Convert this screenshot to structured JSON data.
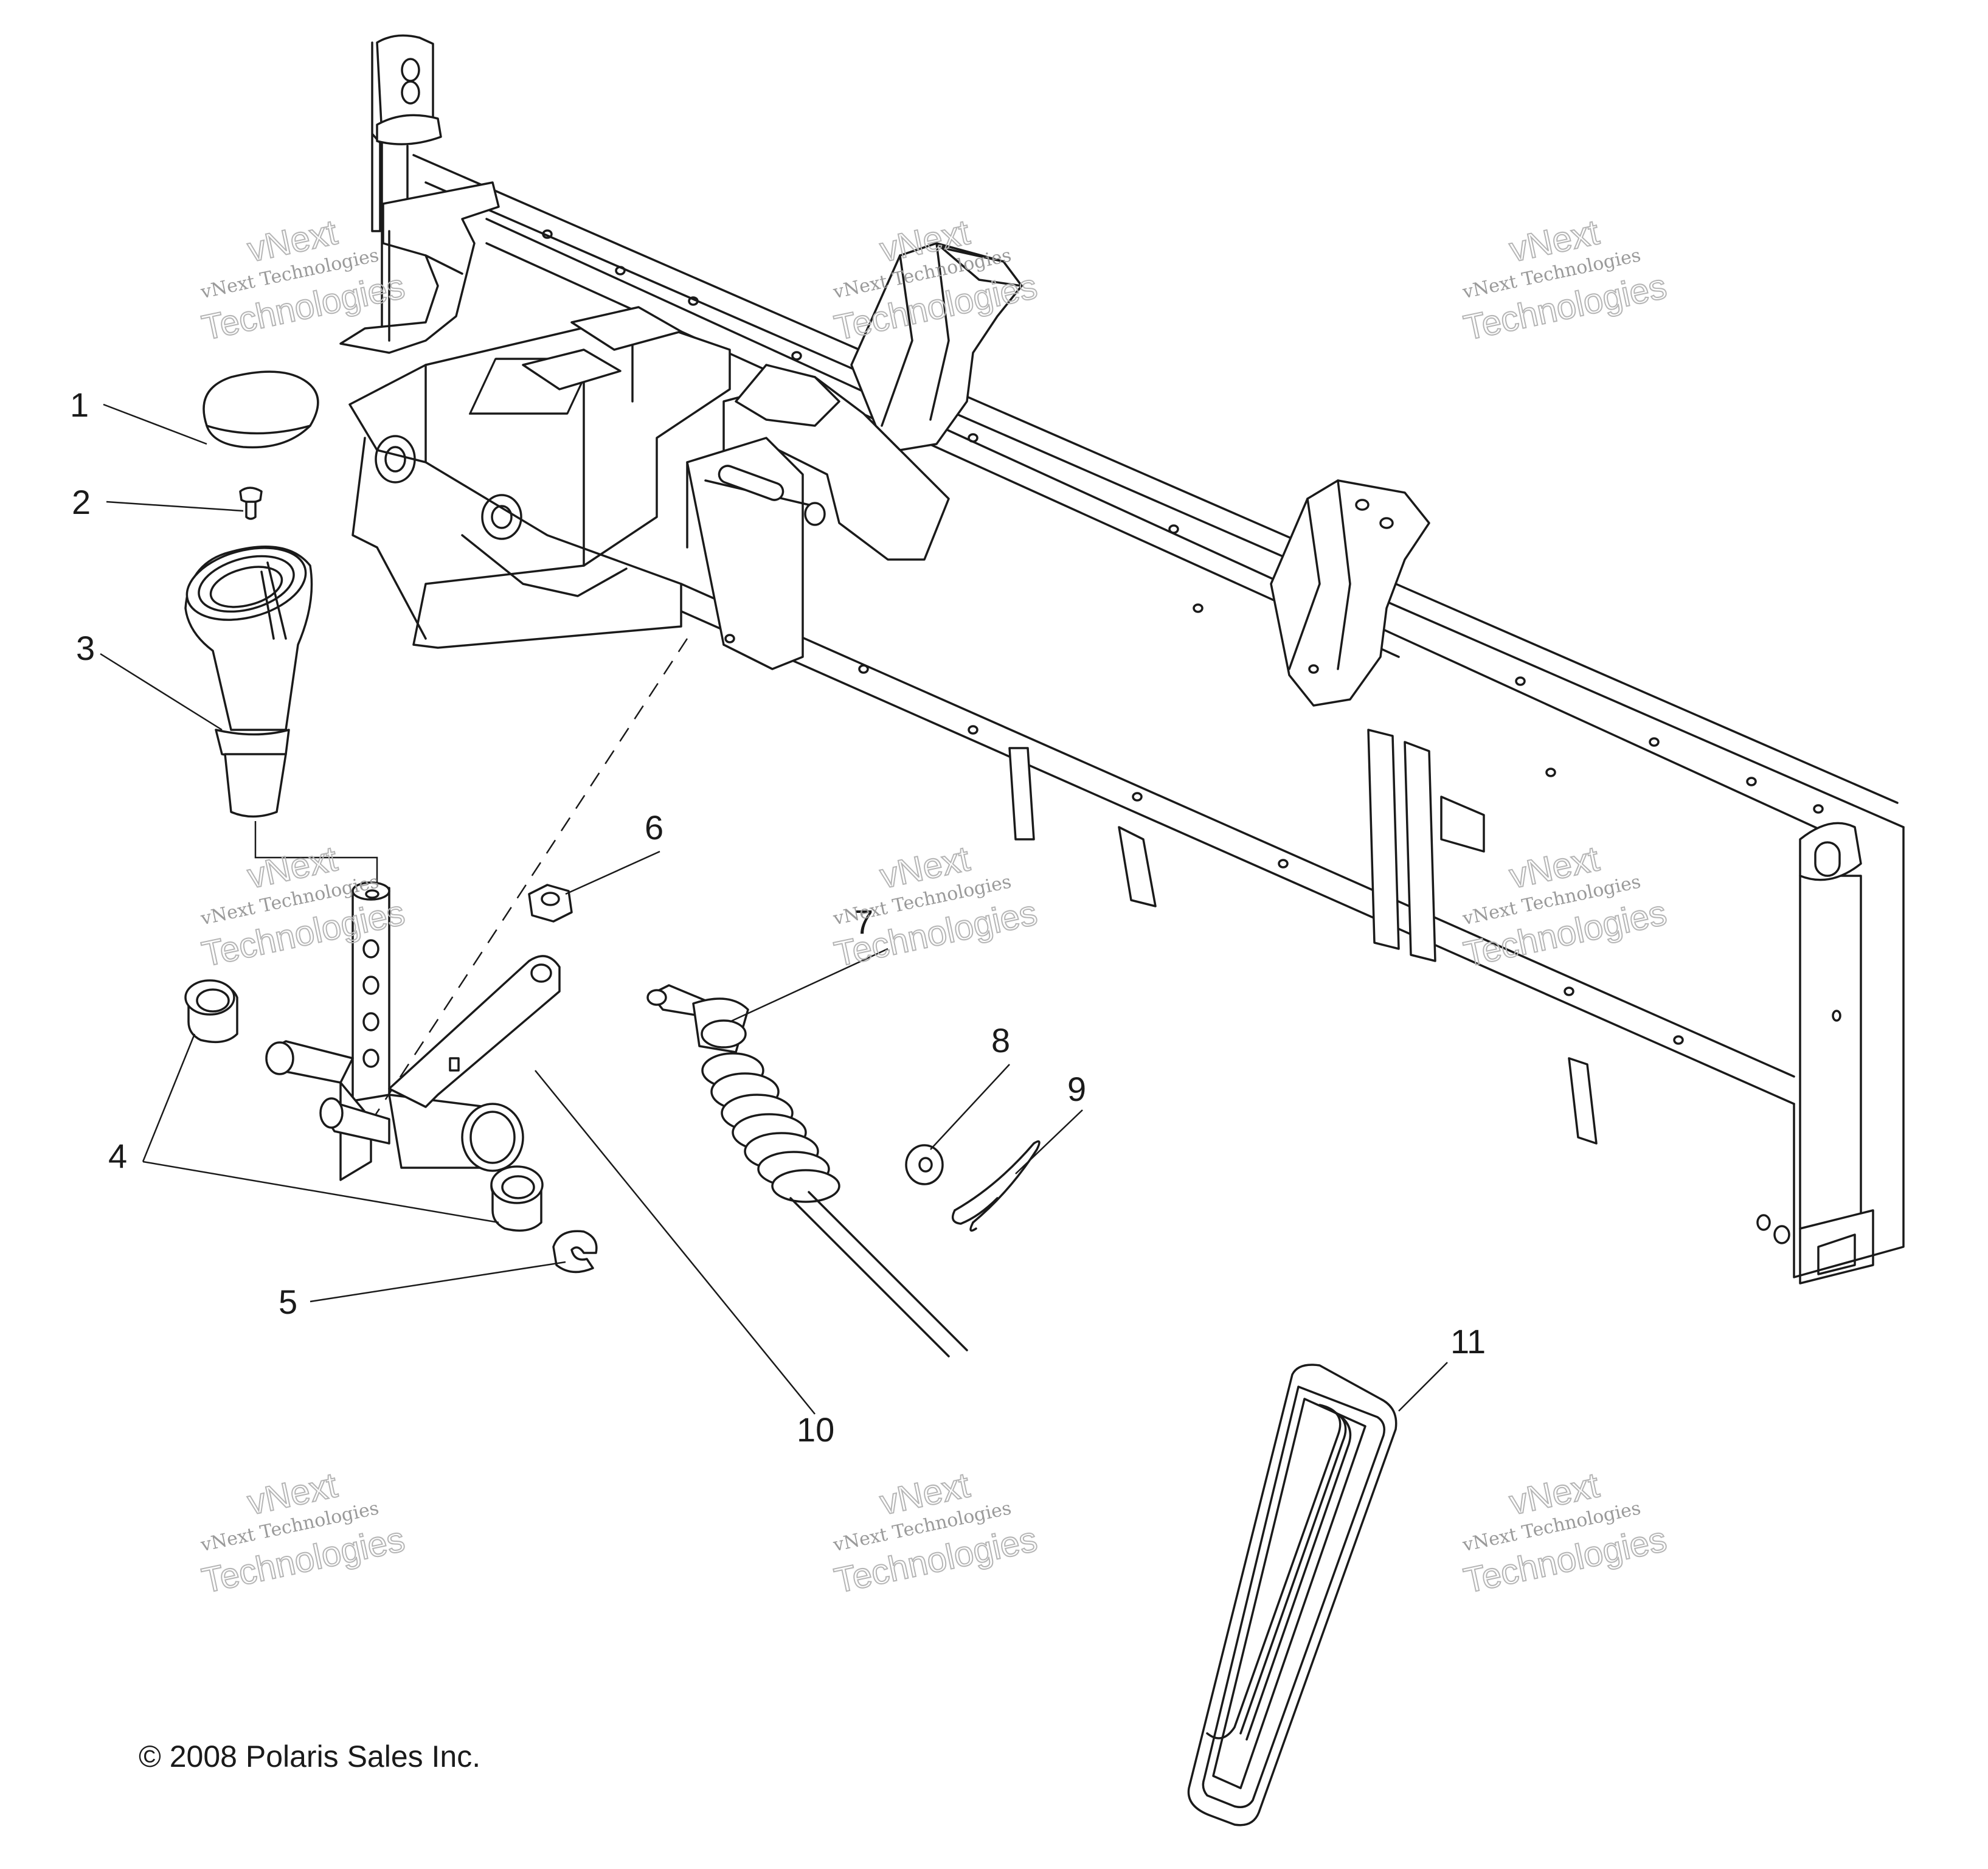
{
  "diagram": {
    "callouts": [
      {
        "id": "1",
        "label": "1"
      },
      {
        "id": "2",
        "label": "2"
      },
      {
        "id": "3",
        "label": "3"
      },
      {
        "id": "4",
        "label": "4"
      },
      {
        "id": "5",
        "label": "5"
      },
      {
        "id": "6",
        "label": "6"
      },
      {
        "id": "7",
        "label": "7"
      },
      {
        "id": "8",
        "label": "8"
      },
      {
        "id": "9",
        "label": "9"
      },
      {
        "id": "10",
        "label": "10"
      },
      {
        "id": "11",
        "label": "11"
      }
    ],
    "watermark": {
      "line1": "vNext",
      "line2": "vNext Technologies",
      "line3": "Technologies"
    },
    "copyright": "© 2008 Polaris Sales Inc."
  }
}
